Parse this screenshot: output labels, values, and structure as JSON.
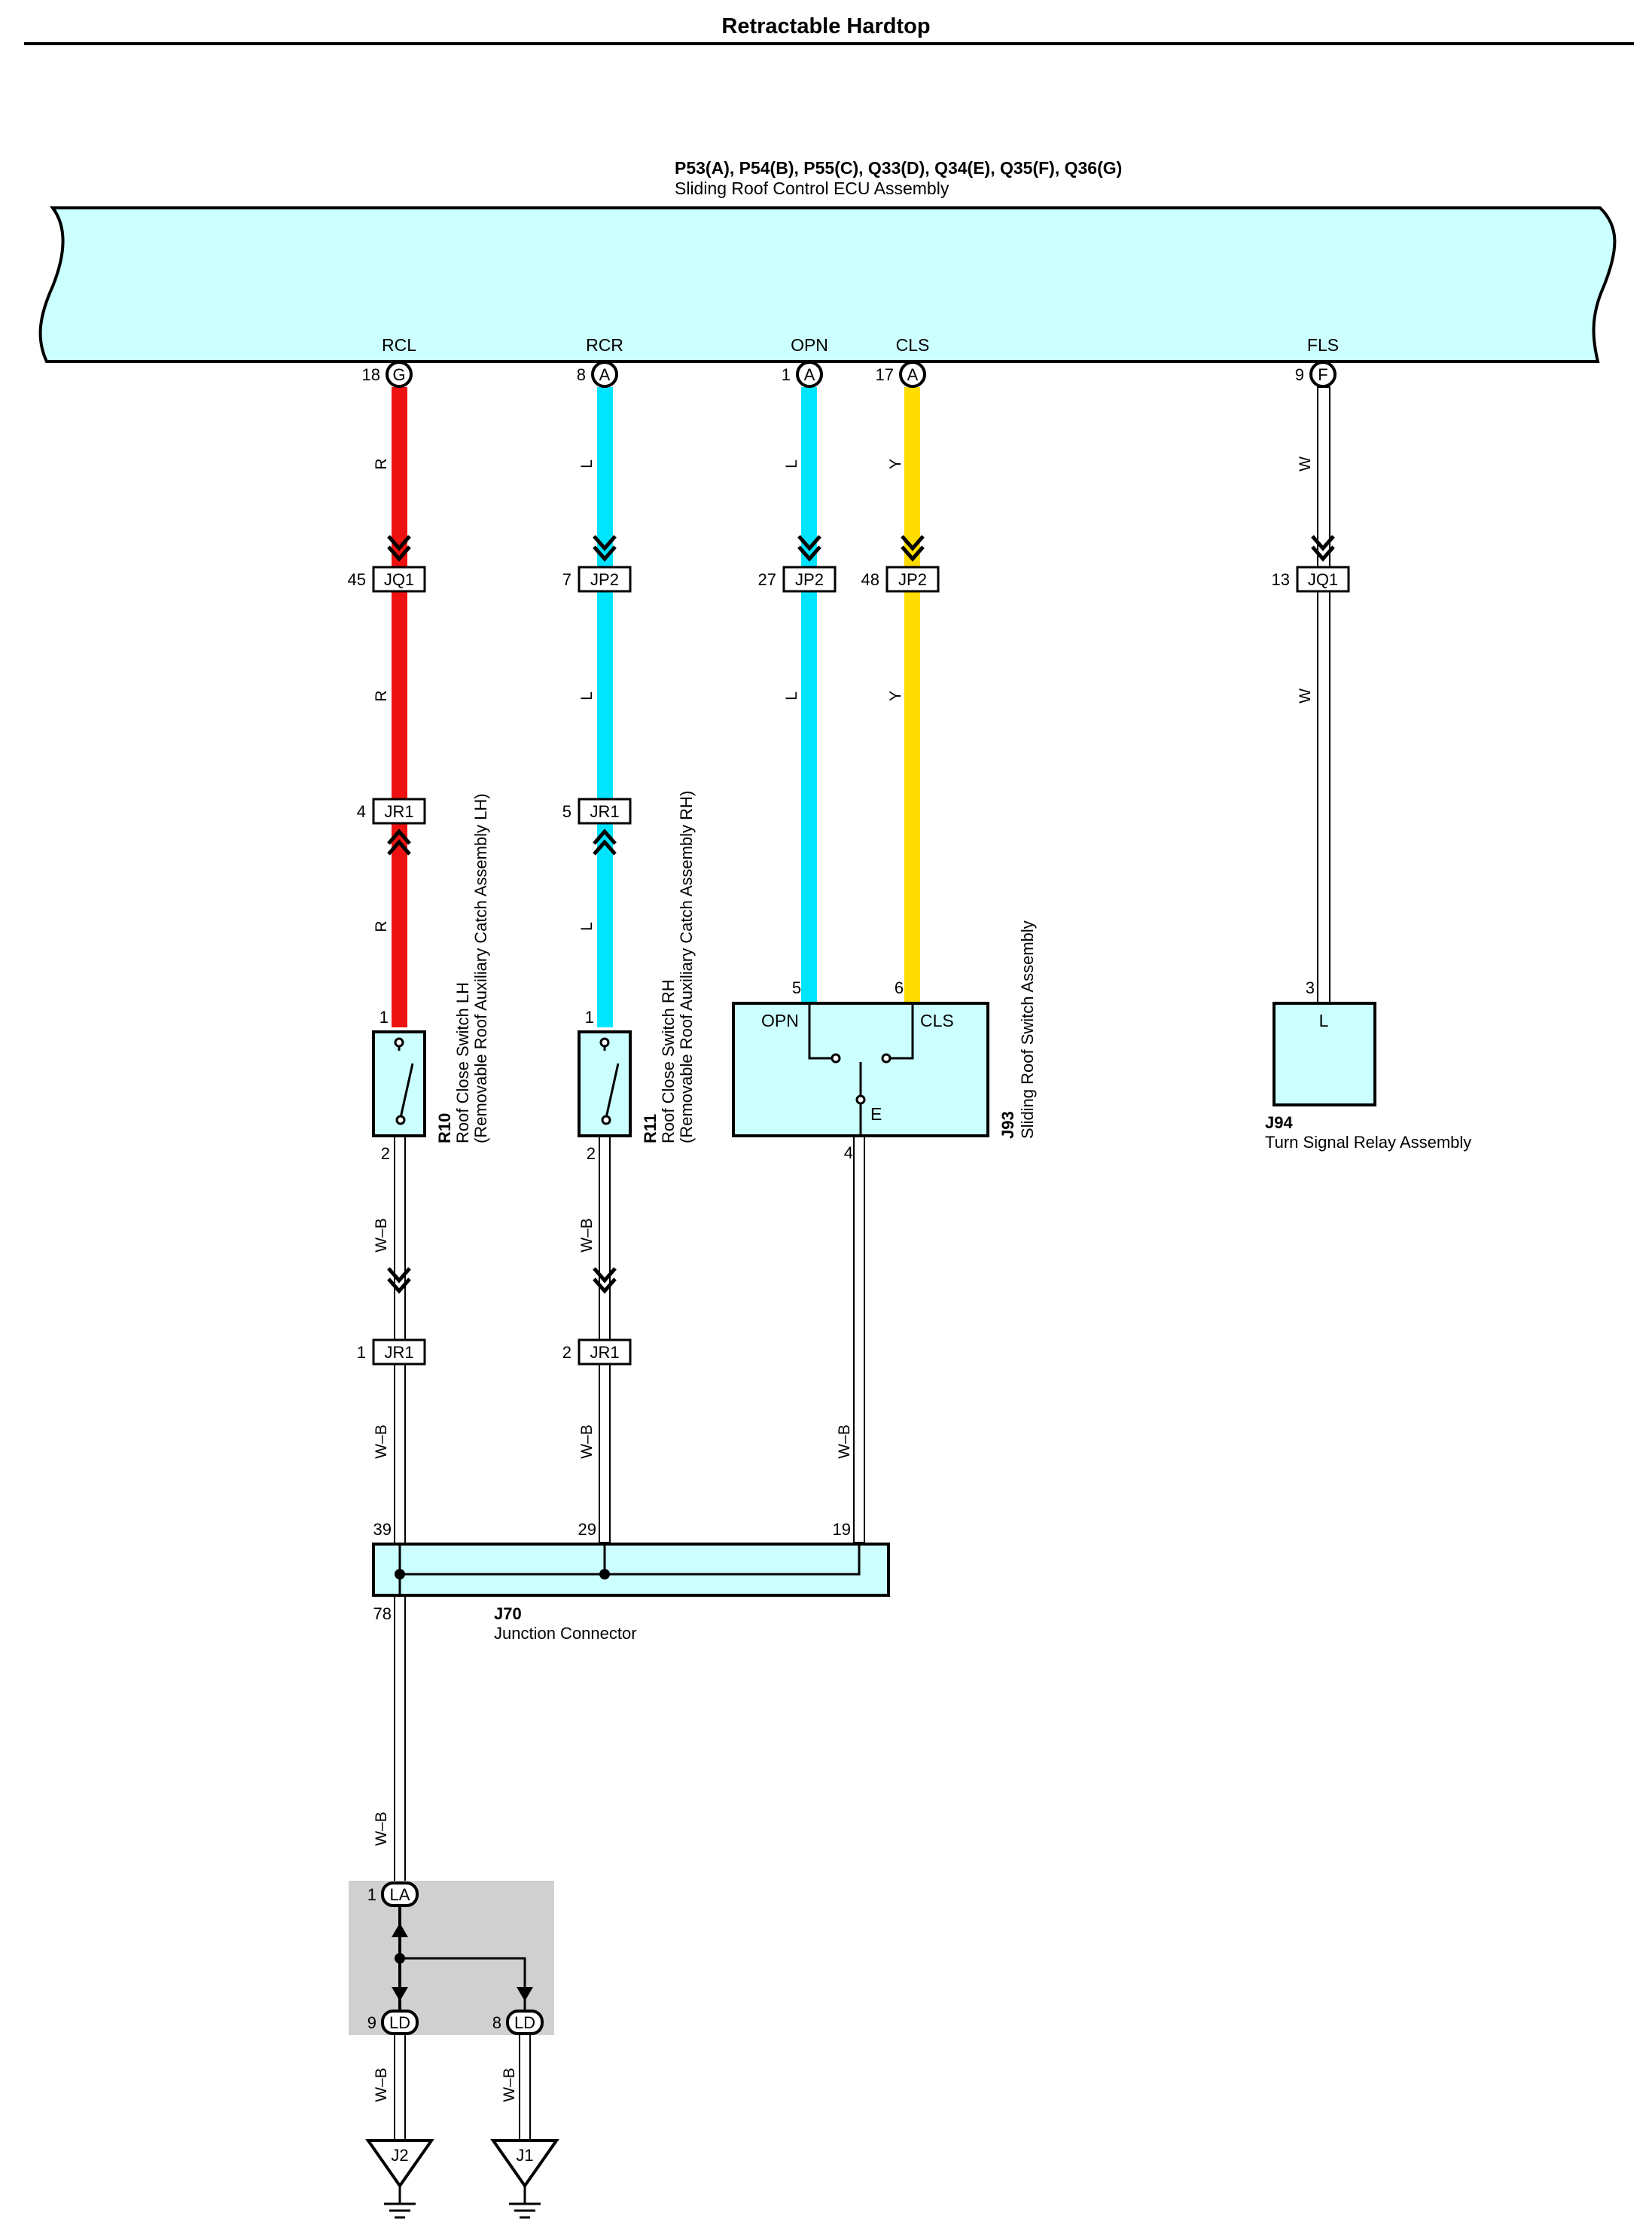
{
  "page": {
    "title": "Retractable Hardtop"
  },
  "ecu": {
    "connectors": "P53(A), P54(B), P55(C), Q33(D), Q34(E), Q35(F), Q36(G)",
    "name": "Sliding Roof Control ECU Assembly",
    "terminals": [
      {
        "signal": "RCL",
        "pin": "18",
        "conn": "G"
      },
      {
        "signal": "RCR",
        "pin": "8",
        "conn": "A"
      },
      {
        "signal": "OPN",
        "pin": "1",
        "conn": "A"
      },
      {
        "signal": "CLS",
        "pin": "17",
        "conn": "A"
      },
      {
        "signal": "FLS",
        "pin": "9",
        "conn": "F"
      }
    ]
  },
  "colors": {
    "red": "#ee1111",
    "blue": "#00e5ff",
    "yellow": "#ffdd00",
    "white": "#ffffff",
    "fill": "#ccffff",
    "gray": "#d0d0d0"
  },
  "wires": {
    "rcl": [
      "R",
      "R",
      "R",
      "W–B",
      "W–B"
    ],
    "rcr": [
      "L",
      "L",
      "L",
      "W–B",
      "W–B"
    ],
    "opn": [
      "L",
      "L"
    ],
    "cls": [
      "Y",
      "Y"
    ],
    "fls": [
      "W",
      "W"
    ],
    "j93": [
      "W–B"
    ],
    "gnd": [
      "W–B",
      "W–B",
      "W–B"
    ]
  },
  "inline_connectors": [
    {
      "pin": "45",
      "name": "JQ1"
    },
    {
      "pin": "7",
      "name": "JP2"
    },
    {
      "pin": "27",
      "name": "JP2"
    },
    {
      "pin": "48",
      "name": "JP2"
    },
    {
      "pin": "13",
      "name": "JQ1"
    },
    {
      "pin": "4",
      "name": "JR1"
    },
    {
      "pin": "5",
      "name": "JR1"
    },
    {
      "pin": "1",
      "name": "JR1"
    },
    {
      "pin": "2",
      "name": "JR1"
    }
  ],
  "components": {
    "r10": {
      "id": "R10",
      "name": "Roof Close Switch LH",
      "sub": "(Removable Roof Auxiliary Catch Assembly LH)",
      "pin_top": "1",
      "pin_bottom": "2"
    },
    "r11": {
      "id": "R11",
      "name": "Roof Close Switch RH",
      "sub": "(Removable Roof Auxiliary Catch Assembly RH)",
      "pin_top": "1",
      "pin_bottom": "2"
    },
    "j93": {
      "id": "J93",
      "name": "Sliding Roof Switch Assembly",
      "pin_opn": "5",
      "pin_cls": "6",
      "pin_e": "4",
      "label_opn": "OPN",
      "label_cls": "CLS",
      "label_e": "E"
    },
    "j94": {
      "id": "J94",
      "name": "Turn Signal Relay Assembly",
      "pin": "3",
      "label": "L"
    },
    "j70": {
      "id": "J70",
      "name": "Junction Connector",
      "pins": [
        "39",
        "29",
        "19",
        "78"
      ]
    }
  },
  "splice": {
    "in": {
      "pin": "1",
      "name": "LA"
    },
    "out": [
      {
        "pin": "9",
        "name": "LD"
      },
      {
        "pin": "8",
        "name": "LD"
      }
    ]
  },
  "grounds": [
    "J2",
    "J1"
  ]
}
